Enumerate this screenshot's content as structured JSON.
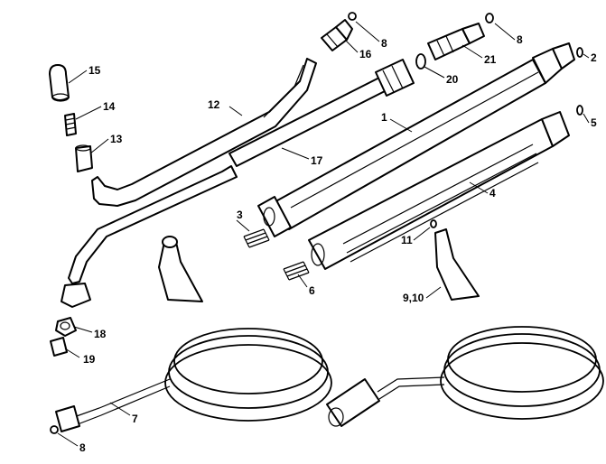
{
  "callouts": [
    {
      "id": "c1",
      "text": "1"
    },
    {
      "id": "c2",
      "text": "2"
    },
    {
      "id": "c3",
      "text": "3"
    },
    {
      "id": "c4",
      "text": "4"
    },
    {
      "id": "c5",
      "text": "5"
    },
    {
      "id": "c6",
      "text": "6"
    },
    {
      "id": "c7",
      "text": "7"
    },
    {
      "id": "c8a",
      "text": "8"
    },
    {
      "id": "c8b",
      "text": "8"
    },
    {
      "id": "c8c",
      "text": "8"
    },
    {
      "id": "c910",
      "text": "9,10"
    },
    {
      "id": "c11",
      "text": "11"
    },
    {
      "id": "c12",
      "text": "12"
    },
    {
      "id": "c13",
      "text": "13"
    },
    {
      "id": "c14",
      "text": "14"
    },
    {
      "id": "c15",
      "text": "15"
    },
    {
      "id": "c16",
      "text": "16"
    },
    {
      "id": "c17",
      "text": "17"
    },
    {
      "id": "c18",
      "text": "18"
    },
    {
      "id": "c19",
      "text": "19"
    },
    {
      "id": "c20",
      "text": "20"
    },
    {
      "id": "c21",
      "text": "21"
    }
  ]
}
